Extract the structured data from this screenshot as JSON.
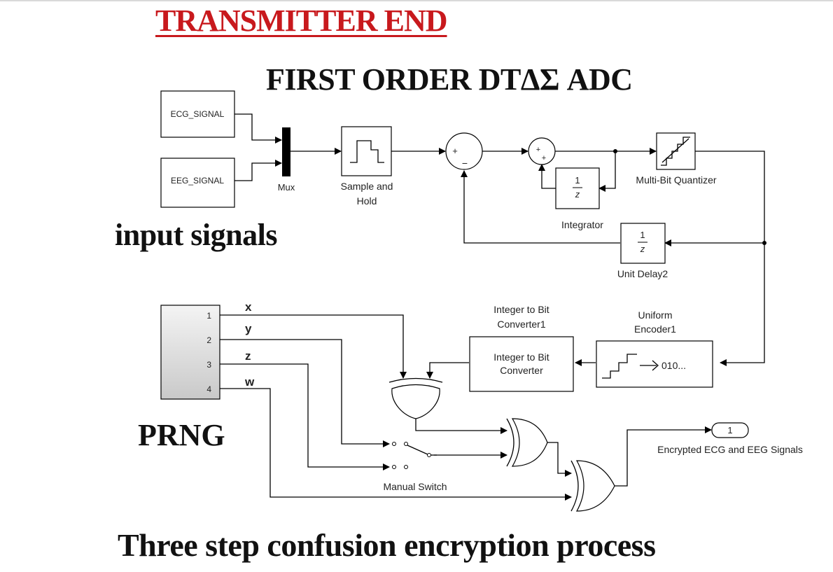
{
  "headings": {
    "transmitter_end": "TRANSMITTER END",
    "adc_title": "FIRST ORDER DTΔΣ ADC",
    "input_signals": "input signals",
    "prng": "PRNG",
    "process": "Three step confusion encryption process"
  },
  "blocks": {
    "ecg_source": "ECG_SIGNAL",
    "eeg_source": "EEG_SIGNAL",
    "mux": "Mux",
    "sample_hold_line1": "Sample and",
    "sample_hold_line2": "Hold",
    "sum_plus": "+",
    "sum_minus": "−",
    "integrator_plus": "+",
    "delay_numerator": "1",
    "delay_denominator": "z",
    "integrator": "Integrator",
    "quantizer": "Multi-Bit Quantizer",
    "unit_delay2": "Unit Delay2",
    "uniform_encoder_line1": "Uniform",
    "uniform_encoder_line2": "Encoder1",
    "encoder_symbol": "010...",
    "int2bit_title_line1": "Integer to Bit",
    "int2bit_title_line2": "Converter1",
    "int2bit_inner_line1": "Integer to Bit",
    "int2bit_inner_line2": "Converter",
    "manual_switch": "Manual Switch",
    "outport_number": "1",
    "outport_label": "Encrypted ECG and EEG Signals"
  },
  "prng_ports": [
    "1",
    "2",
    "3",
    "4"
  ],
  "prng_signals": [
    "x",
    "y",
    "z",
    "w"
  ],
  "colors": {
    "title_red": "#c8191d",
    "wire": "#000000"
  }
}
